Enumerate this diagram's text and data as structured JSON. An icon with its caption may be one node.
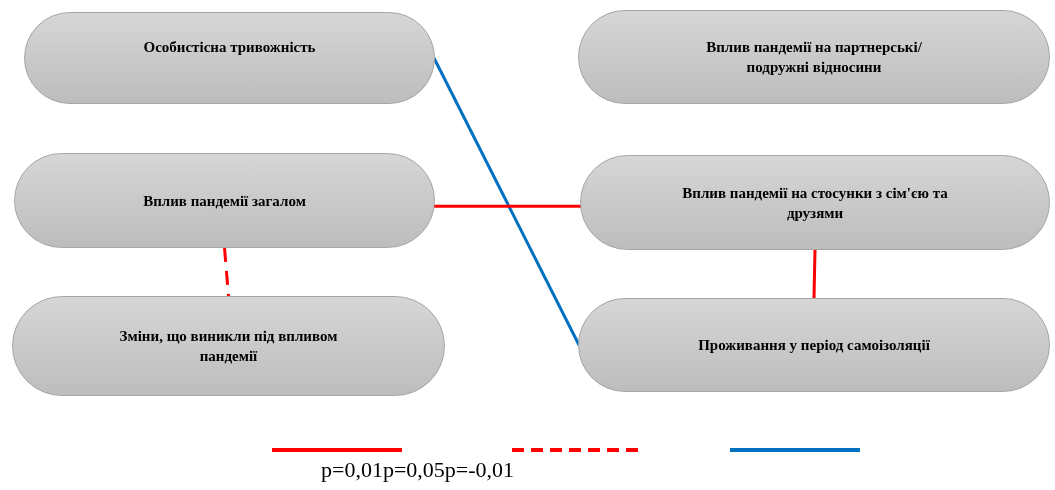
{
  "diagram": {
    "nodes": [
      {
        "text": [
          "Особистісна тривожність"
        ]
      },
      {
        "text": [
          "Вплив пандемії на партнерські/подружні відносини"
        ]
      },
      {
        "text": [
          "Вплив пандемії загалом"
        ]
      },
      {
        "text": [
          "Вплив пандемії на стосунки з сім'єю та друзями"
        ]
      },
      {
        "text": [
          "Зміни, що виникли під впливом пандемії"
        ]
      },
      {
        "text": [
          "Проживання у період самоізоляції"
        ]
      }
    ],
    "edges": [
      {
        "from": 0,
        "to": 5,
        "arrow": "none",
        "color": "#0070c0"
      },
      {
        "from": 2,
        "to": 3,
        "arrow": "none"
      },
      {
        "from": 2,
        "to": 4,
        "arrow": "none",
        "style": "dashed"
      },
      {
        "from": 3,
        "to": 5,
        "arrow": "none"
      }
    ],
    "legend": [
      {
        "text": "p=0,01"
      },
      {
        "text": "p=0,05"
      },
      {
        "text": "p=-0,01"
      }
    ]
  }
}
